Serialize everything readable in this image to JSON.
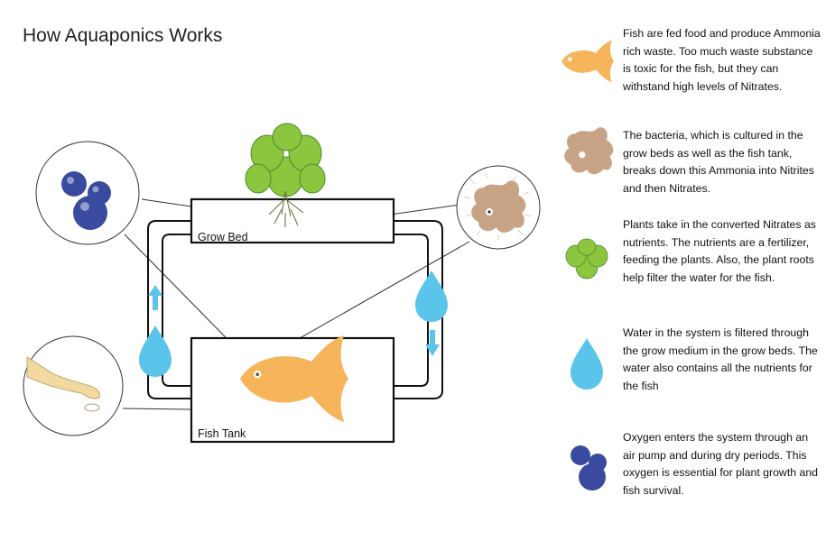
{
  "title": "How Aquaponics Works",
  "labels": {
    "grow_bed": "Grow Bed",
    "fish_tank": "Fish Tank"
  },
  "legend": [
    {
      "icon": "fish-icon",
      "text": "Fish are fed food and produce Ammonia rich waste.  Too much waste substance is toxic for the fish, but they can withstand high levels of Nitrates."
    },
    {
      "icon": "bacteria-icon",
      "text": "The bacteria, which is cultured in the grow beds as well as the fish tank, breaks down this Ammonia into Nitrites and then Nitrates."
    },
    {
      "icon": "plant-icon",
      "text": "Plants take in the converted Nitrates as nutrients.  The nutrients are a fertilizer, feeding the plants.  Also, the plant roots help filter the water for the fish."
    },
    {
      "icon": "water-drop-icon",
      "text": "Water in the system is filtered through the grow medium in the grow beds. The water also contains all the nutrients for the fish"
    },
    {
      "icon": "oxygen-bubbles-icon",
      "text": "Oxygen enters the system through an air pump and during dry periods. This oxygen is essential for plant growth and fish survival."
    }
  ],
  "colors": {
    "fish": "#f6b55a",
    "bacteria": "#c8a487",
    "plant": "#8cc63f",
    "water": "#5bc4ea",
    "oxygen": "#3a4a9f",
    "hand": "#f2d9a0"
  }
}
